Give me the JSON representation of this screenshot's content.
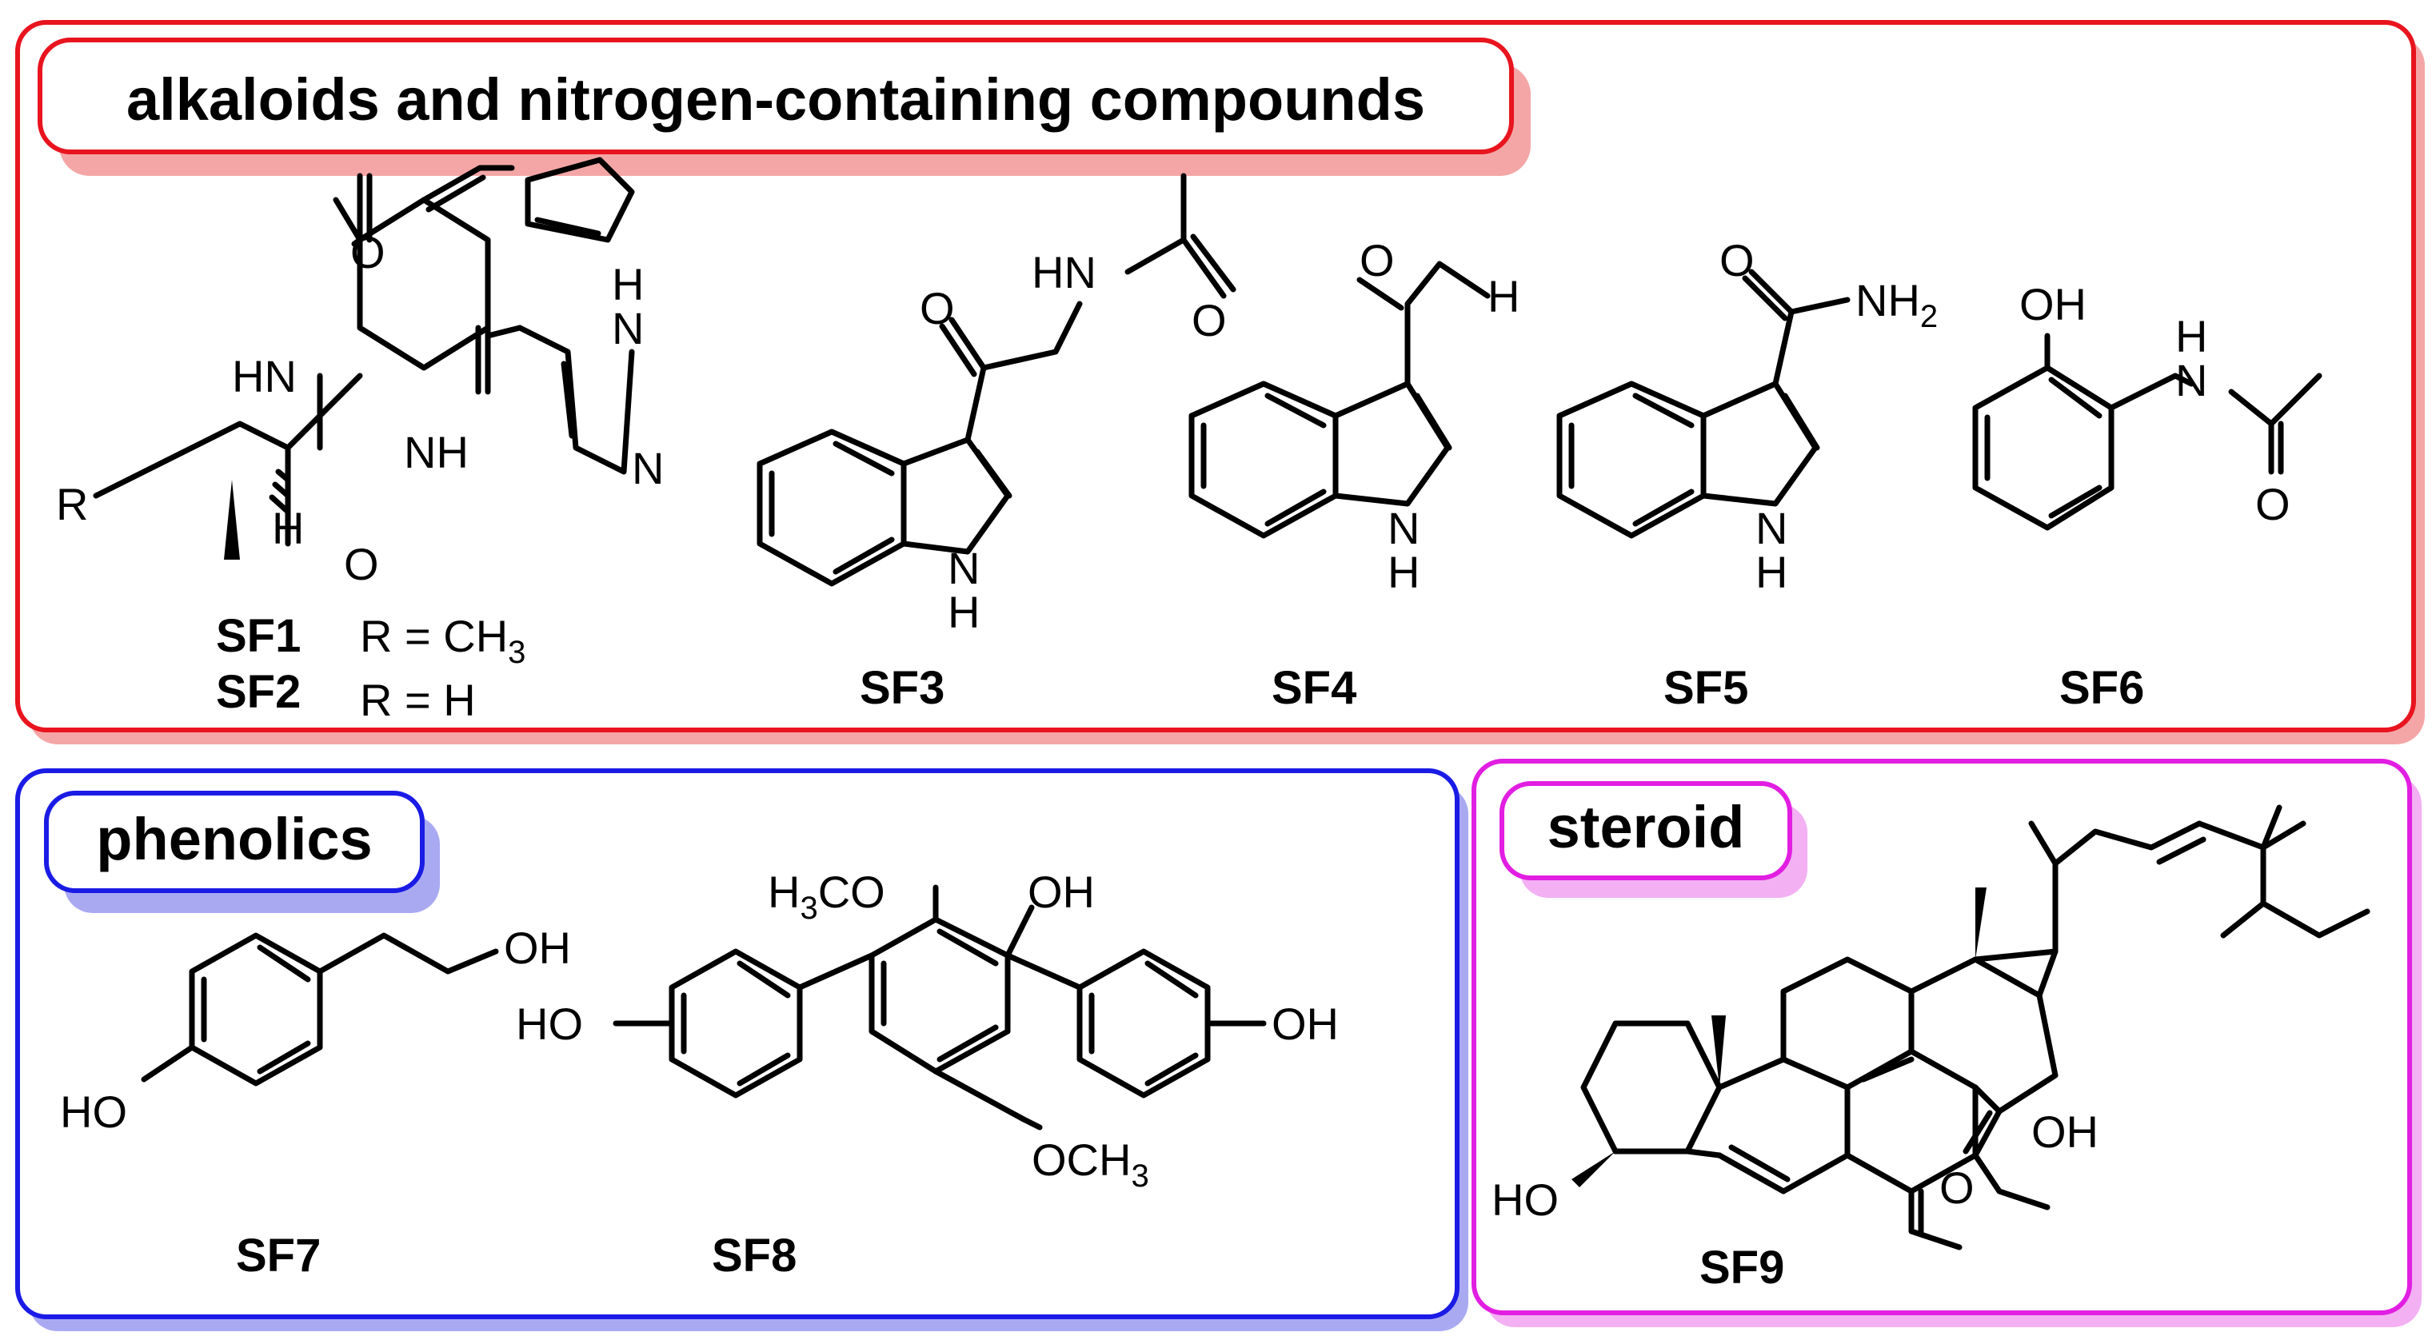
{
  "colors": {
    "alkaloid": "#e8141e",
    "alkaloid_shadow": "#f4a6a6",
    "phenolic": "#1b1be6",
    "phenolic_shadow": "#a9a9f2",
    "steroid": "#e11ee1",
    "steroid_shadow": "#f3b0f3"
  },
  "groups": {
    "alkaloids": {
      "title": "alkaloids and nitrogen-containing compounds",
      "compounds": {
        "sf1": "SF1",
        "sf2": "SF2",
        "sf1_r": "R = CH",
        "sf1_r_sub": "3",
        "sf2_r": "R = H",
        "sf3": "SF3",
        "sf4": "SF4",
        "sf5": "SF5",
        "sf6": "SF6"
      }
    },
    "phenolics": {
      "title": "phenolics",
      "compounds": {
        "sf7": "SF7",
        "sf8": "SF8"
      }
    },
    "steroid": {
      "title": "steroid",
      "compounds": {
        "sf9": "SF9"
      }
    }
  },
  "atoms": {
    "O": "O",
    "H": "H",
    "N": "N",
    "NH": "NH",
    "HN": "HN",
    "R": "R",
    "OH": "OH",
    "HO": "HO",
    "NH2": "NH",
    "sub2": "2",
    "H3CO_H": "H",
    "H3CO_3": "3",
    "H3CO_CO": "CO",
    "OCH3_OC": "OCH",
    "OCH3_3": "3"
  }
}
